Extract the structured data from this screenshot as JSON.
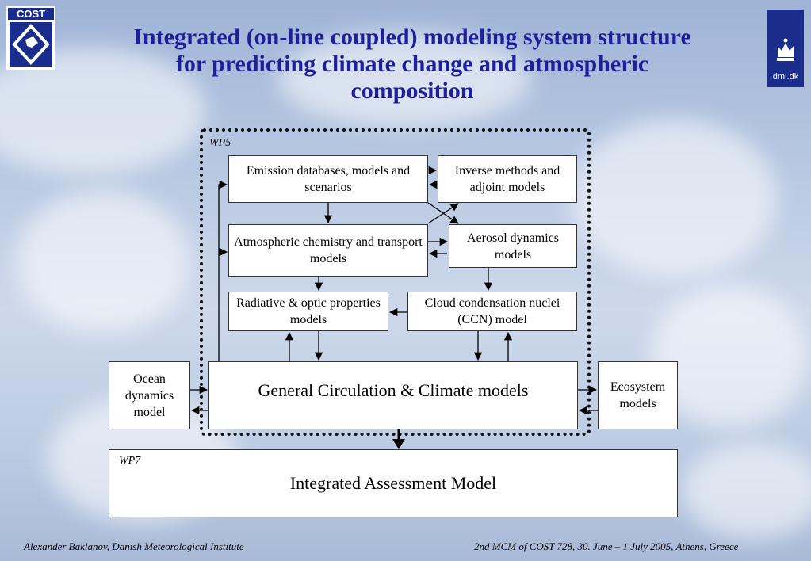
{
  "title": "Integrated (on-line coupled) modeling system structure for predicting climate change and atmospheric composition",
  "logos": {
    "cost_text": "COST",
    "dmi_text": "dmi.dk"
  },
  "diagram": {
    "wp5_label": "WP5",
    "wp7_label": "WP7",
    "boxes": {
      "emission": "Emission databases, models and scenarios",
      "inverse": "Inverse methods and adjoint models",
      "atmospheric": "Atmospheric chemistry and transport models",
      "aerosol": "Aerosol dynamics models",
      "radiative": "Radiative & optic properties models",
      "ccn": "Cloud condensation nuclei (CCN) model",
      "ocean": "Ocean dynamics model",
      "gcm": "General Circulation & Climate models",
      "ecosystem": "Ecosystem models",
      "iam": "Integrated Assessment Model"
    }
  },
  "footer": {
    "left": "Alexander Baklanov, Danish Meteorological Institute",
    "right": "2nd MCM of COST 728, 30. June – 1 July 2005, Athens, Greece"
  },
  "colors": {
    "title": "#1f1f9e",
    "logo_blue": "#1a2c8c"
  }
}
